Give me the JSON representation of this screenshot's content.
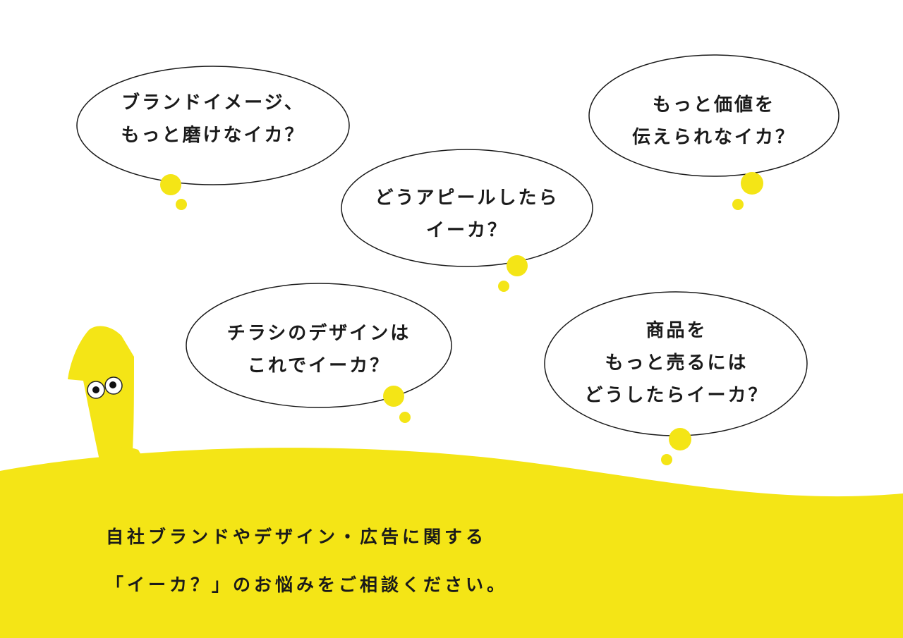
{
  "colors": {
    "accent": "#f4e516",
    "ink": "#1a1a1a",
    "background": "#ffffff"
  },
  "bubbles": [
    {
      "lines": [
        "ブランドイメージ、",
        "もっと磨けなイカ？"
      ]
    },
    {
      "lines": [
        "もっと価値を",
        "伝えられなイカ？"
      ]
    },
    {
      "lines": [
        "どうアピールしたら",
        "イーカ？"
      ]
    },
    {
      "lines": [
        "チラシのデザインは",
        "これでイーカ？"
      ]
    },
    {
      "lines": [
        "商品を",
        "もっと売るには",
        "どうしたらイーカ？"
      ]
    }
  ],
  "message": {
    "line1": "自社ブランドやデザイン・広告に関する",
    "line2": "「イーカ？」のお悩みをご相談ください。"
  },
  "mascot_icon": "squid-icon"
}
